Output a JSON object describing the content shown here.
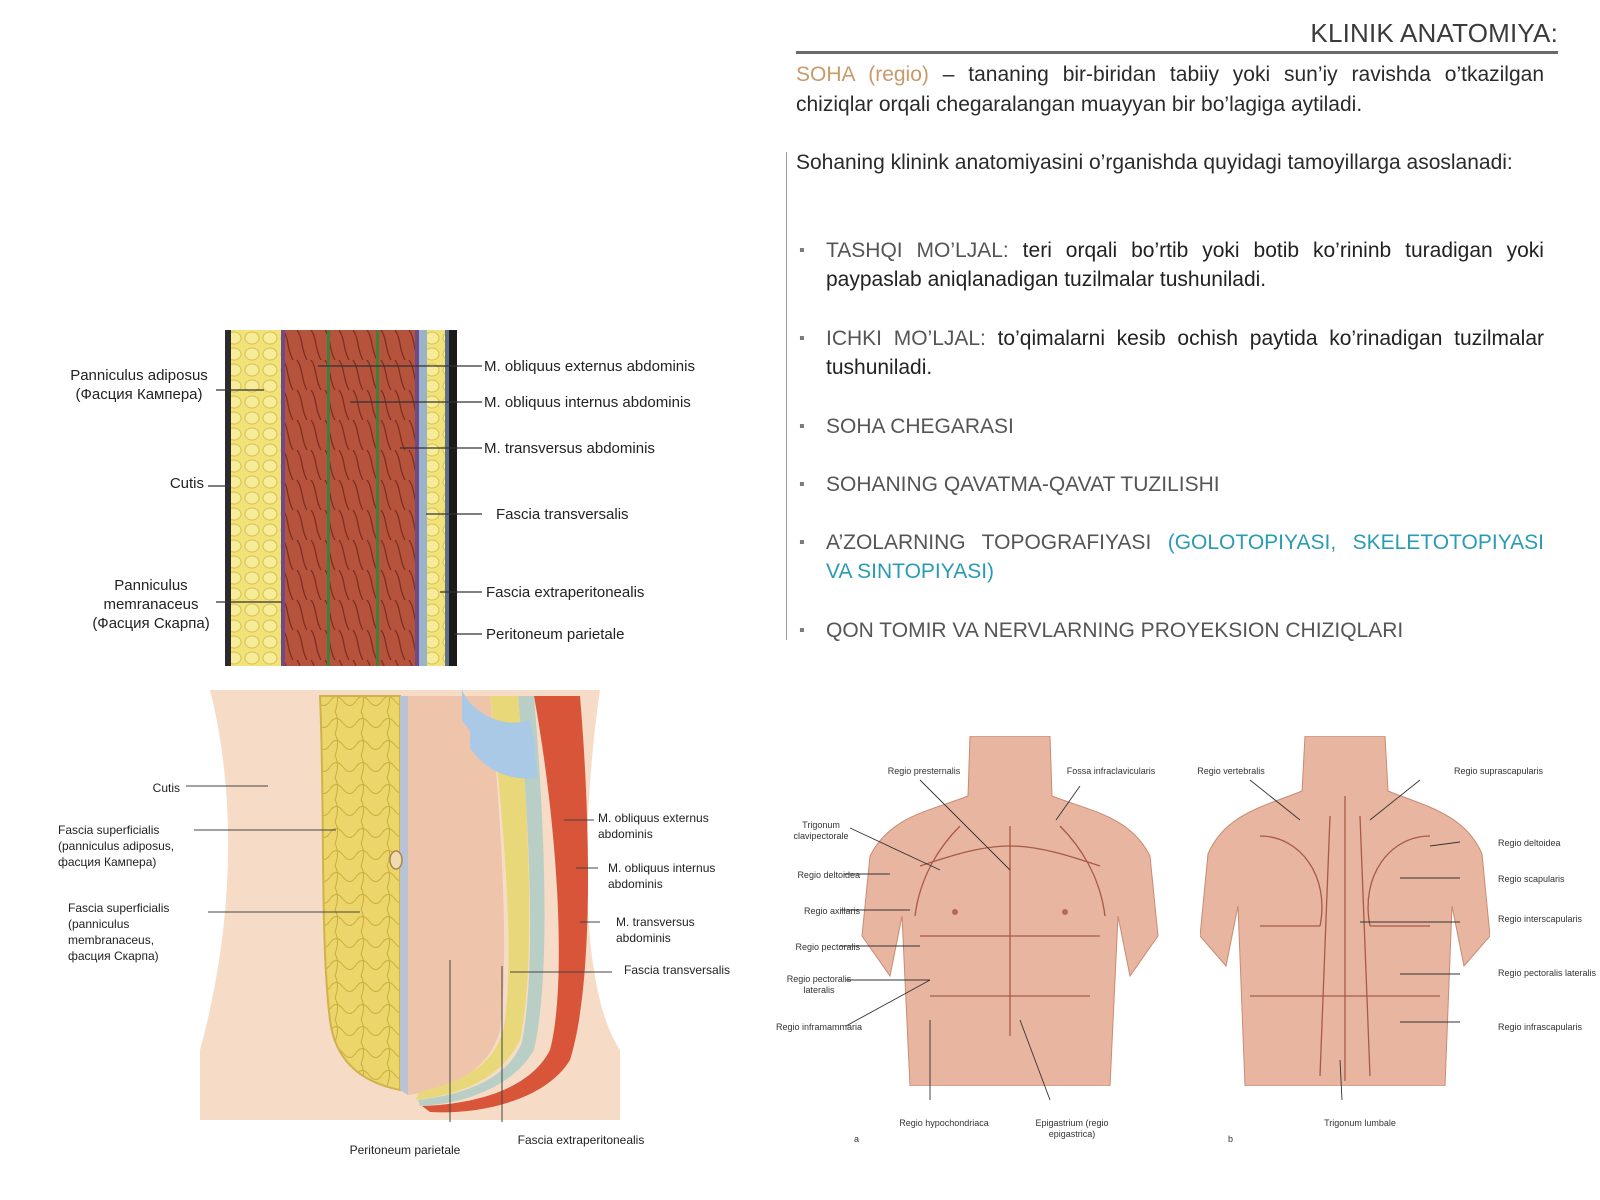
{
  "header": {
    "title": "KLINIK ANATOMIYA:"
  },
  "intro": {
    "term": "SOHA (regio)",
    "definition": " – tananing bir-biridan tabiiy yoki sun’iy ravishda o’tkazilgan chiziqlar orqali chegaralangan muayyan bir bo’lagiga aytiladi."
  },
  "principles_intro": "Sohaning klinink anatomiyasini o’rganishda quyidagi tamoyillarga asoslanadi:",
  "principles": [
    {
      "head": "TASHQI MO’LJAL:",
      "text": " teri orqali bo’rtib yoki botib ko’rininb turadigan yoki paypaslab aniqlanadigan tuzilmalar tushuniladi."
    },
    {
      "head": "ICHKI MO’LJAL:",
      "text": " to’qimalarni kesib ochish paytida ko’rinadigan tuzilmalar tushuniladi."
    },
    {
      "head": "SOHA CHEGARASI",
      "text": ""
    },
    {
      "head": "SOHANING QAVATMA-QAVAT TUZILISHI",
      "text": ""
    },
    {
      "head": "A’ZOLARNING TOPOGRAFIYASI",
      "text": " (GOLOTOPIYASI, SKELETOTOPIYASI VA SINTOPIYASI)"
    },
    {
      "head": "QON TOMIR VA NERVLARNING PROYEKSION CHIZIQLARI",
      "text": ""
    }
  ],
  "layers_figure": {
    "left_labels": [
      "Panniculus adiposus (Фасция Кампера)",
      "Cutis",
      "Panniculus memranaceus (Фасция Скарпа)"
    ],
    "right_labels": [
      "M. obliquus externus abdominis",
      "M. obliquus internus abdominis",
      "M. transversus abdominis",
      "Fascia transversalis",
      "Fascia extraperitonealis",
      "Peritoneum parietale"
    ]
  },
  "section_figure": {
    "left_labels": [
      "Cutis",
      "Fascia superficialis (panniculus adiposus, фасция Кампера)",
      "Fascia superficialis (panniculus membranaceus, фасция Скарпа)"
    ],
    "right_labels": [
      "M. obliquus externus abdominis",
      "M. obliquus internus abdominis",
      "M. transversus abdominis",
      "Fascia transversalis"
    ],
    "bottom_labels": [
      "Peritoneum parietale",
      "Fascia extraperitonealis"
    ]
  },
  "regions_figure": {
    "front": {
      "top_labels": [
        "Regio presternalis",
        "Fossa infraclavicularis"
      ],
      "left_labels": [
        "Trigonum clavipectorale",
        "Regio deltoidea",
        "Regio axillaris",
        "Regio pectoralis",
        "Regio pectoralis lateralis",
        "Regio inframammaria"
      ],
      "bottom_labels": [
        "Regio hypochondriaca",
        "Epigastrium (regio epigastrica)"
      ],
      "panel_letter": "a"
    },
    "back": {
      "top_labels": [
        "Regio vertebralis",
        "Regio suprascapularis"
      ],
      "right_labels": [
        "Regio deltoidea",
        "Regio scapularis",
        "Regio interscapularis",
        "Regio pectoralis lateralis",
        "Regio infrascapularis"
      ],
      "bottom_labels": [
        "Trigonum lumbale"
      ],
      "panel_letter": "b"
    }
  },
  "colors": {
    "accent_term": "#c89a6a",
    "accent_cyan": "#2a9bb5",
    "fat": "#f2e27a",
    "muscle": "#b5533c",
    "skin": "#f5d3bd"
  }
}
